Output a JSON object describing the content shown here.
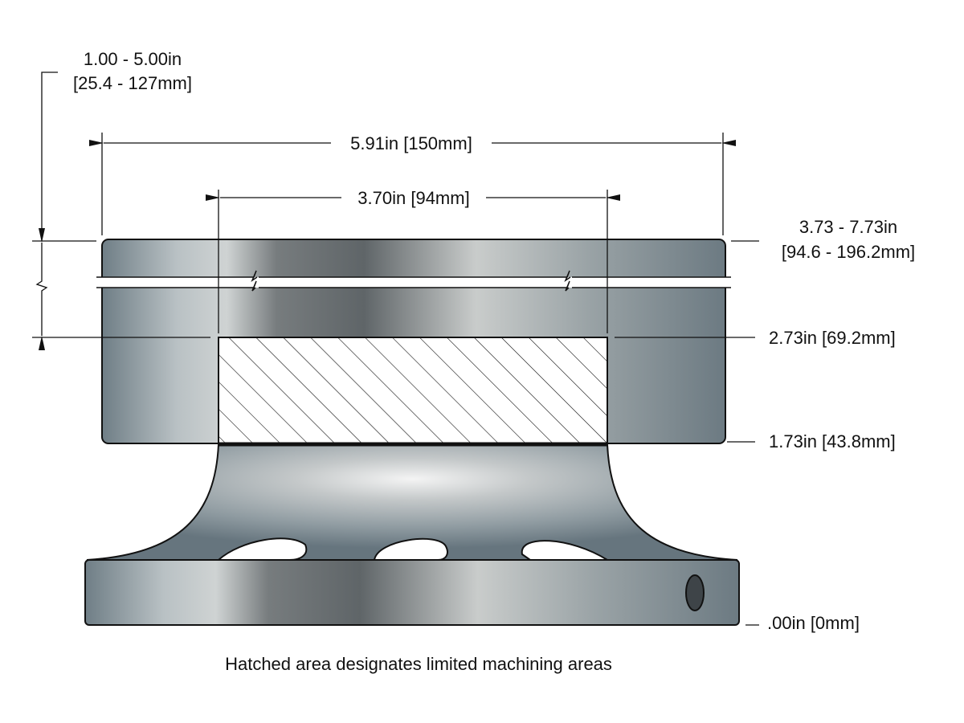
{
  "dimensions": {
    "stroke_range_in": "1.00 - 5.00in",
    "stroke_range_mm": "[25.4 - 127mm]",
    "overall_width": "5.91in [150mm]",
    "inner_width": "3.70in [94mm]",
    "top_height_in": "3.73 - 7.73in",
    "top_height_mm": "[94.6 - 196.2mm]",
    "hatch_top": "2.73in [69.2mm]",
    "hatch_bottom": "1.73in [43.8mm]",
    "base": ".00in [0mm]"
  },
  "caption": "Hatched area designates limited machining areas",
  "colors": {
    "metal_dark": "#6f7e86",
    "metal_light": "#e4e6e6",
    "line": "#111111"
  }
}
